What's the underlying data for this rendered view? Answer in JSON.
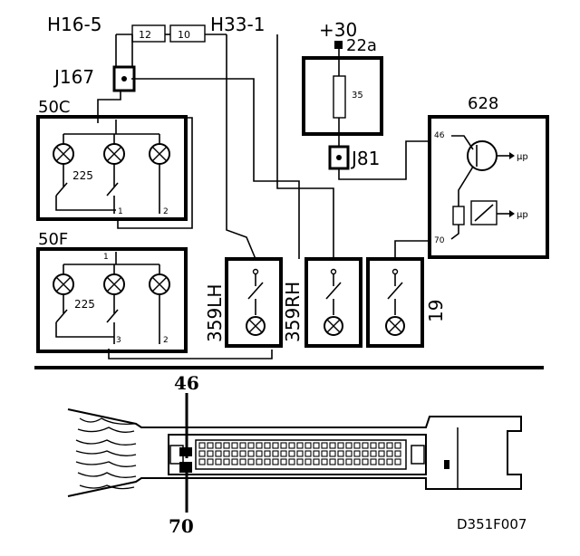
{
  "labels": {
    "h16_5": "H16-5",
    "h33_1": "H33-1",
    "fuse_a": "12",
    "fuse_b": "10",
    "plus30": "+30",
    "pin_22a": "22a",
    "fuse_35": "35",
    "j167": "J167",
    "j81": "J81",
    "unit_628": "628",
    "pin_46_small": "46",
    "pin_70_small": "70",
    "mu_p_top": "µp",
    "mu_p_bottom": "µp",
    "unit_50c": "50C",
    "unit_50f": "50F",
    "code_225_c": "225",
    "code_225_f": "225",
    "pin_c_1": "1",
    "pin_c_2": "2",
    "pin_f_1": "1",
    "pin_f_2": "2",
    "pin_f_3": "3",
    "lamp_359lh": "359LH",
    "lamp_359rh": "359RH",
    "lamp_19": "19",
    "connector_pin_46": "46",
    "connector_pin_70": "70",
    "figure_code": "D351F007"
  }
}
